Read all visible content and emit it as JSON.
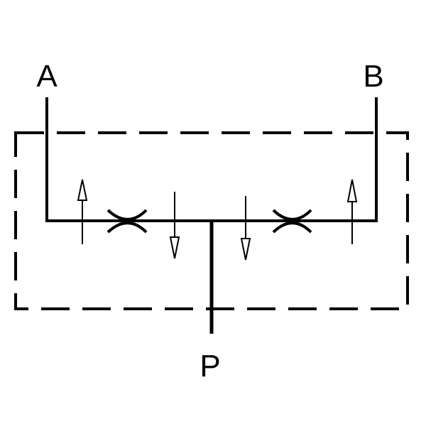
{
  "diagram": {
    "ports": {
      "a": "A",
      "b": "B",
      "p": "P"
    },
    "colors": {
      "line": "#000000",
      "background": "#ffffff"
    },
    "elements": {
      "housing": "dashed-envelope",
      "restrictors": [
        "throttle-left",
        "throttle-right"
      ],
      "flow_arrows": [
        "up",
        "down",
        "down",
        "up"
      ]
    }
  }
}
